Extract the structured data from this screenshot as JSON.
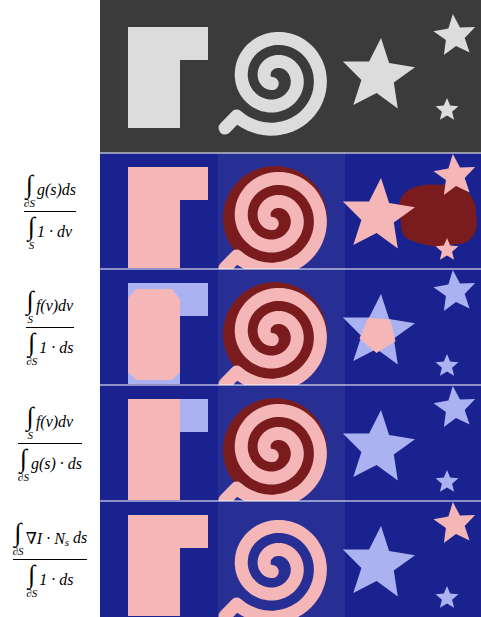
{
  "diagram": {
    "labels": [
      "∫",
      "g(s)ds",
      "∂S",
      "∫",
      "1 · dv",
      "S",
      "∫",
      "f(v)dv",
      "S",
      "∫",
      "1 · ds",
      "∂S",
      "∫",
      "f(v)dv",
      "S",
      "∫",
      "g(s) · ds",
      "∂S",
      "∫",
      "∇I · N",
      "s",
      "ds",
      "∂S",
      "∫",
      "1 · ds",
      "∂S"
    ]
  }
}
